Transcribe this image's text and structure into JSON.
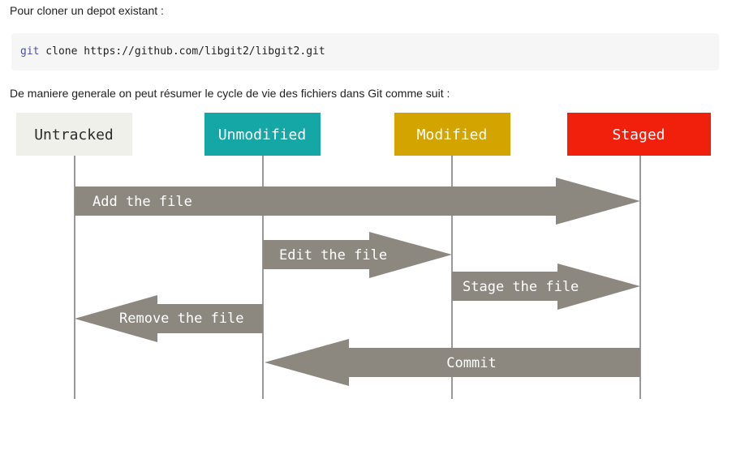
{
  "intro_text": "Pour cloner un depot existant :",
  "code": {
    "command": "git",
    "args": " clone https://github.com/libgit2/libgit2.git"
  },
  "description": "De maniere generale on peut résumer le cycle de vie des fichiers dans Git comme suit :",
  "colors": {
    "untracked_bg": "#f0f0ea",
    "unmodified_bg": "#15a7a5",
    "modified_bg": "#d3a300",
    "staged_bg": "#f1200c",
    "arrow": "#8c8880",
    "lifeline": "#999999"
  },
  "states": {
    "untracked": "Untracked",
    "unmodified": "Unmodified",
    "modified": "Modified",
    "staged": "Staged"
  },
  "transitions": {
    "add": "Add the file",
    "edit": "Edit the file",
    "stage": "Stage the file",
    "remove": "Remove the file",
    "commit": "Commit"
  }
}
